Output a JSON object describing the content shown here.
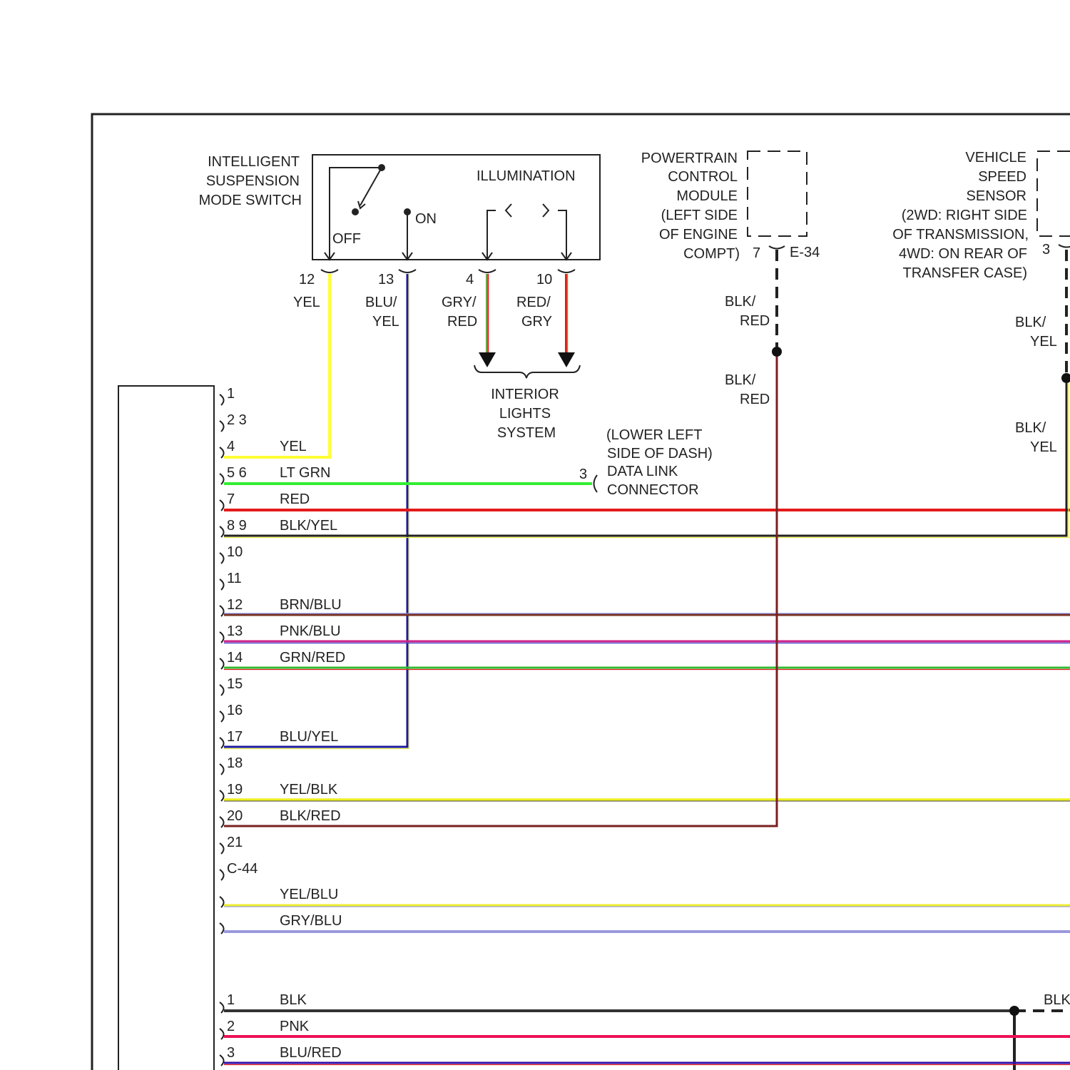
{
  "switch": {
    "title": [
      "INTELLIGENT",
      "SUSPENSION",
      "MODE SWITCH"
    ],
    "illumination": "ILLUMINATION",
    "off": "OFF",
    "on": "ON",
    "pins": [
      {
        "pin": "12",
        "wire": [
          "YEL"
        ]
      },
      {
        "pin": "13",
        "wire": [
          "BLU/",
          "YEL"
        ]
      },
      {
        "pin": "4",
        "wire": [
          "GRY/",
          "RED"
        ]
      },
      {
        "pin": "10",
        "wire": [
          "RED/",
          "GRY"
        ]
      }
    ]
  },
  "interior_lights": [
    "INTERIOR",
    "LIGHTS",
    "SYSTEM"
  ],
  "pcm": {
    "title": [
      "POWERTRAIN",
      "CONTROL",
      "MODULE",
      "(LEFT SIDE",
      "OF ENGINE",
      "COMPT)"
    ],
    "pin": "7",
    "connector": "E-34",
    "wire_upper": [
      "BLK/",
      "RED"
    ],
    "wire_lower": [
      "BLK/",
      "RED"
    ]
  },
  "vss": {
    "title": [
      "VEHICLE",
      "SPEED",
      "SENSOR",
      "(2WD: RIGHT SIDE",
      "OF TRANSMISSION,",
      "4WD: ON REAR OF",
      "TRANSFER CASE)"
    ],
    "pin": "3",
    "wire_upper": [
      "BLK/",
      "YEL"
    ],
    "wire_lower": [
      "BLK/",
      "YEL"
    ]
  },
  "dlc": {
    "title": [
      "(LOWER LEFT",
      "SIDE OF DASH)",
      "DATA LINK",
      "CONNECTOR"
    ],
    "pin": "3"
  },
  "module_pins": [
    {
      "pin": "1",
      "wire": ""
    },
    {
      "pin": "2 3",
      "wire": ""
    },
    {
      "pin": "4",
      "wire": "YEL"
    },
    {
      "pin": "5 6",
      "wire": "LT GRN"
    },
    {
      "pin": "7",
      "wire": "RED"
    },
    {
      "pin": "8 9",
      "wire": "BLK/YEL"
    },
    {
      "pin": "10",
      "wire": ""
    },
    {
      "pin": "11",
      "wire": ""
    },
    {
      "pin": "12",
      "wire": "BRN/BLU"
    },
    {
      "pin": "13",
      "wire": "PNK/BLU"
    },
    {
      "pin": "14",
      "wire": "GRN/RED"
    },
    {
      "pin": "15",
      "wire": ""
    },
    {
      "pin": "16",
      "wire": ""
    },
    {
      "pin": "17",
      "wire": "BLU/YEL"
    },
    {
      "pin": "18",
      "wire": ""
    },
    {
      "pin": "19",
      "wire": "YEL/BLK"
    },
    {
      "pin": "20",
      "wire": "BLK/RED"
    },
    {
      "pin": "21",
      "wire": ""
    },
    {
      "pin": "C-44",
      "wire": ""
    }
  ],
  "lower_wires": [
    {
      "pin": "",
      "wire": "YEL/BLU"
    },
    {
      "pin": "",
      "wire": "GRY/BLU"
    }
  ],
  "bottom_pins": [
    {
      "pin": "1",
      "wire": "BLK"
    },
    {
      "pin": "2",
      "wire": "PNK"
    },
    {
      "pin": "3",
      "wire": "BLU/RED"
    }
  ],
  "blk_edge": "BLK",
  "colors": {
    "yellow": "#ffff33",
    "blue": "#1a1aa0",
    "green": "#33ee33",
    "red": "#e41a1a",
    "brown": "#7a3020",
    "pink": "#cc2288",
    "black": "#222222",
    "lavender": "#8888dd"
  }
}
